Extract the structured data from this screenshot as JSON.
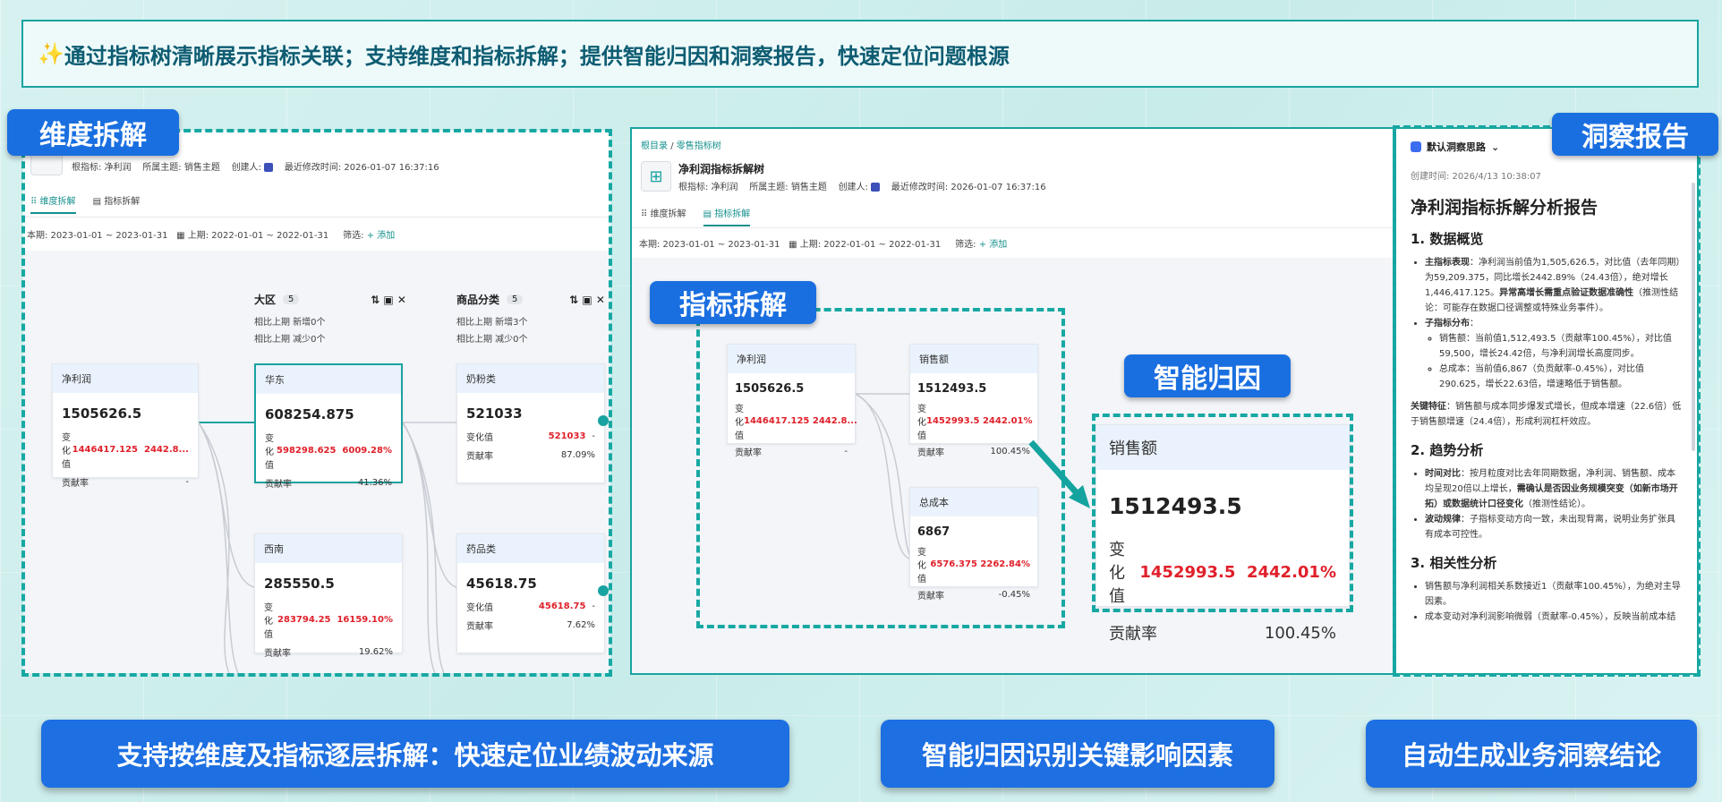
{
  "banner": {
    "icon": "✨",
    "text": "通过指标树清晰展示指标关联；支持维度和指标拆解；提供智能归因和洞察报告，快速定位问题根源"
  },
  "tags": {
    "dim": "维度拆解",
    "metric": "指标拆解",
    "attr": "智能归因",
    "insight": "洞察报告"
  },
  "captions": {
    "c1": "支持按维度及指标逐层拆解：快速定位业绩波动来源",
    "c2": "智能归因识别关键影响因素",
    "c3": "自动生成业务洞察结论"
  },
  "left": {
    "meta": {
      "root_label": "根指标:",
      "root": "净利润",
      "topic_label": "所属主题:",
      "topic": "销售主题",
      "creator_label": "创建人:",
      "modified_label": "最近修改时间:",
      "modified": "2026-01-07 16:37:16"
    },
    "tabs": [
      "维度拆解",
      "指标拆解"
    ],
    "filter": {
      "current": "本期: 2023-01-01 ~ 2023-01-31",
      "prev": "上期: 2022-01-01 ~ 2022-01-31",
      "filter_label": "筛选:",
      "add": "+ 添加"
    },
    "col1": {
      "title": "大区",
      "count": "5",
      "line1": "相比上期 新增0个",
      "line2": "相比上期 减少0个"
    },
    "col2": {
      "title": "商品分类",
      "count": "5",
      "line1": "相比上期 新增3个",
      "line2": "相比上期 减少0个"
    },
    "root_card": {
      "name": "净利润",
      "value": "1505626.5",
      "change_label": "变化值",
      "change": "1446417.125",
      "pct": "2442.8...",
      "contrib_label": "贡献率",
      "contrib": "-"
    },
    "cards": [
      {
        "name": "华东",
        "value": "608254.875",
        "change": "598298.625",
        "pct": "6009.28%",
        "contrib": "41.36%"
      },
      {
        "name": "西南",
        "value": "285550.5",
        "change": "283794.25",
        "pct": "16159.10%",
        "contrib": "19.62%"
      },
      {
        "name": "奶粉类",
        "value": "521033",
        "change": "521033",
        "pct": "-",
        "contrib": "87.09%"
      },
      {
        "name": "药品类",
        "value": "45618.75",
        "change": "45618.75",
        "pct": "-",
        "contrib": "7.62%"
      }
    ]
  },
  "mid": {
    "breadcrumb": [
      "根目录",
      "/",
      "零售指标树"
    ],
    "title": "净利润指标拆解树",
    "meta": {
      "root_label": "根指标:",
      "root": "净利润",
      "topic_label": "所属主题:",
      "topic": "销售主题",
      "creator_label": "创建人:",
      "modified_label": "最近修改时间:",
      "modified": "2026-01-07 16:37:16"
    },
    "tabs": [
      "维度拆解",
      "指标拆解"
    ],
    "filter": {
      "current": "本期: 2023-01-01 ~ 2023-01-31",
      "prev": "上期: 2022-01-01 ~ 2022-01-31",
      "filter_label": "筛选:",
      "add": "+ 添加"
    },
    "cards": [
      {
        "name": "净利润",
        "value": "1505626.5",
        "change": "1446417.125",
        "pct": "2442.8...",
        "contrib": "-"
      },
      {
        "name": "销售额",
        "value": "1512493.5",
        "change": "1452993.5",
        "pct": "2442.01%",
        "contrib": "100.45%"
      },
      {
        "name": "总成本",
        "value": "6867",
        "change": "6576.375",
        "pct": "2262.84%",
        "contrib": "-0.45%"
      }
    ],
    "big": {
      "name": "销售额",
      "value": "1512493.5",
      "change_label": "变化值",
      "change": "1452993.5",
      "pct": "2442.01%",
      "contrib_label": "贡献率",
      "contrib": "100.45%"
    },
    "change_label": "变化值",
    "contrib_label": "贡献率"
  },
  "report": {
    "selector": "默认洞察思路",
    "created": "创建时间: 2026/4/13 10:38:07",
    "title": "净利润指标拆解分析报告",
    "s1": "1. 数据概览",
    "s1_li1_b": "主指标表现",
    "s1_li1": "：净利润当前值为1,505,626.5，对比值（去年同期）为59,209.375，同比增长2442.89%（24.43倍），绝对增长1,446,417.125。",
    "s1_li1_b2": "异常高增长需重点验证数据准确性",
    "s1_li1_t2": "（推测性结论：可能存在数据口径调整或特殊业务事件）。",
    "s1_li2_b": "子指标分布",
    "s1_sub1": "销售额：当前值1,512,493.5（贡献率100.45%），对比值59,500，增长24.42倍，与净利润增长高度同步。",
    "s1_sub2": "总成本：当前值6,867（负贡献率-0.45%），对比值290.625，增长22.63倍，增速略低于销售额。",
    "key_b": "关键特征",
    "key": "：销售额与成本同步爆发式增长，但成本增速（22.6倍）低于销售额增速（24.4倍），形成利润杠杆效应。",
    "s2": "2. 趋势分析",
    "s2_li1_b": "时间对比",
    "s2_li1": "：按月粒度对比去年同期数据，净利润、销售额、成本均呈现20倍以上增长，",
    "s2_li1_b2": "需确认是否因业务规模突变（如新市场开拓）或数据统计口径变化",
    "s2_li1_t2": "（推测性结论）。",
    "s2_li2_b": "波动规律",
    "s2_li2": "：子指标变动方向一致，未出现背离，说明业务扩张具有成本可控性。",
    "s3": "3. 相关性分析",
    "s3_li1": "销售额与净利润相关系数接近1（贡献率100.45%），为绝对主导因素。",
    "s3_li2": "成本变动对净利润影响微弱（贡献率-0.45%），反映当前成本结"
  }
}
